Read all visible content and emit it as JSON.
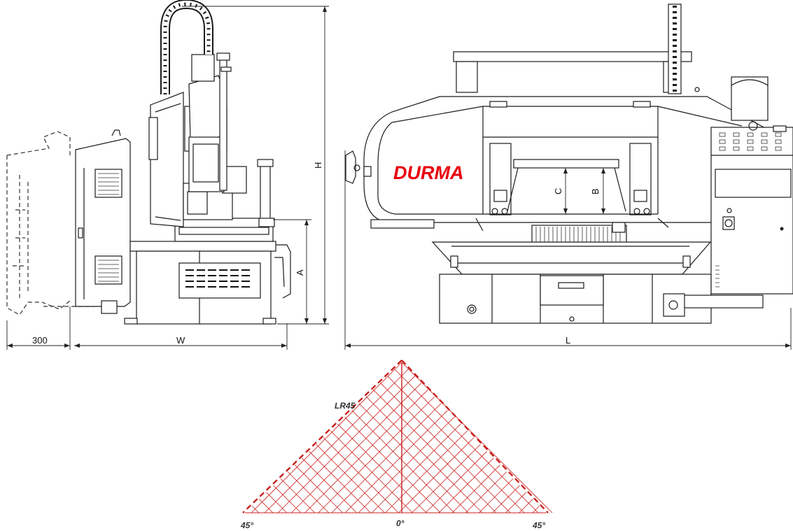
{
  "brand": {
    "name": "DURMA",
    "color": "#e8000d"
  },
  "dimensions": {
    "offset": "300",
    "width": "W",
    "height": "H",
    "height_a": "A",
    "capacity_b": "B",
    "capacity_c": "C",
    "length": "L"
  },
  "miter": {
    "model": "LR45",
    "left_angle": "45°",
    "center_angle": "0°",
    "right_angle": "45°",
    "line_color": "#c9201e"
  }
}
